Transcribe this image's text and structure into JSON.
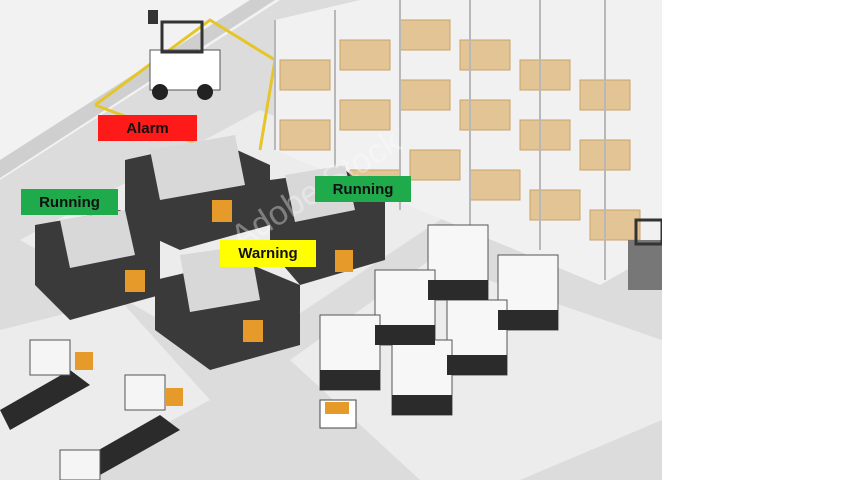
{
  "status_badges": {
    "alarm": {
      "label": "Alarm",
      "color": "#ff1a1a"
    },
    "running_left": {
      "label": "Running",
      "color": "#1faa4b"
    },
    "running_right": {
      "label": "Running",
      "color": "#1faa4b"
    },
    "warning": {
      "label": "Warning",
      "color": "#ffff00"
    }
  },
  "watermark": {
    "text": "Adobe Stock"
  },
  "scene": {
    "elements": [
      "forklift-icon",
      "warehouse-shelving",
      "cnc-machine-cells",
      "robot-arm-conveyors",
      "inspection-cubicles",
      "agv-cart"
    ]
  }
}
